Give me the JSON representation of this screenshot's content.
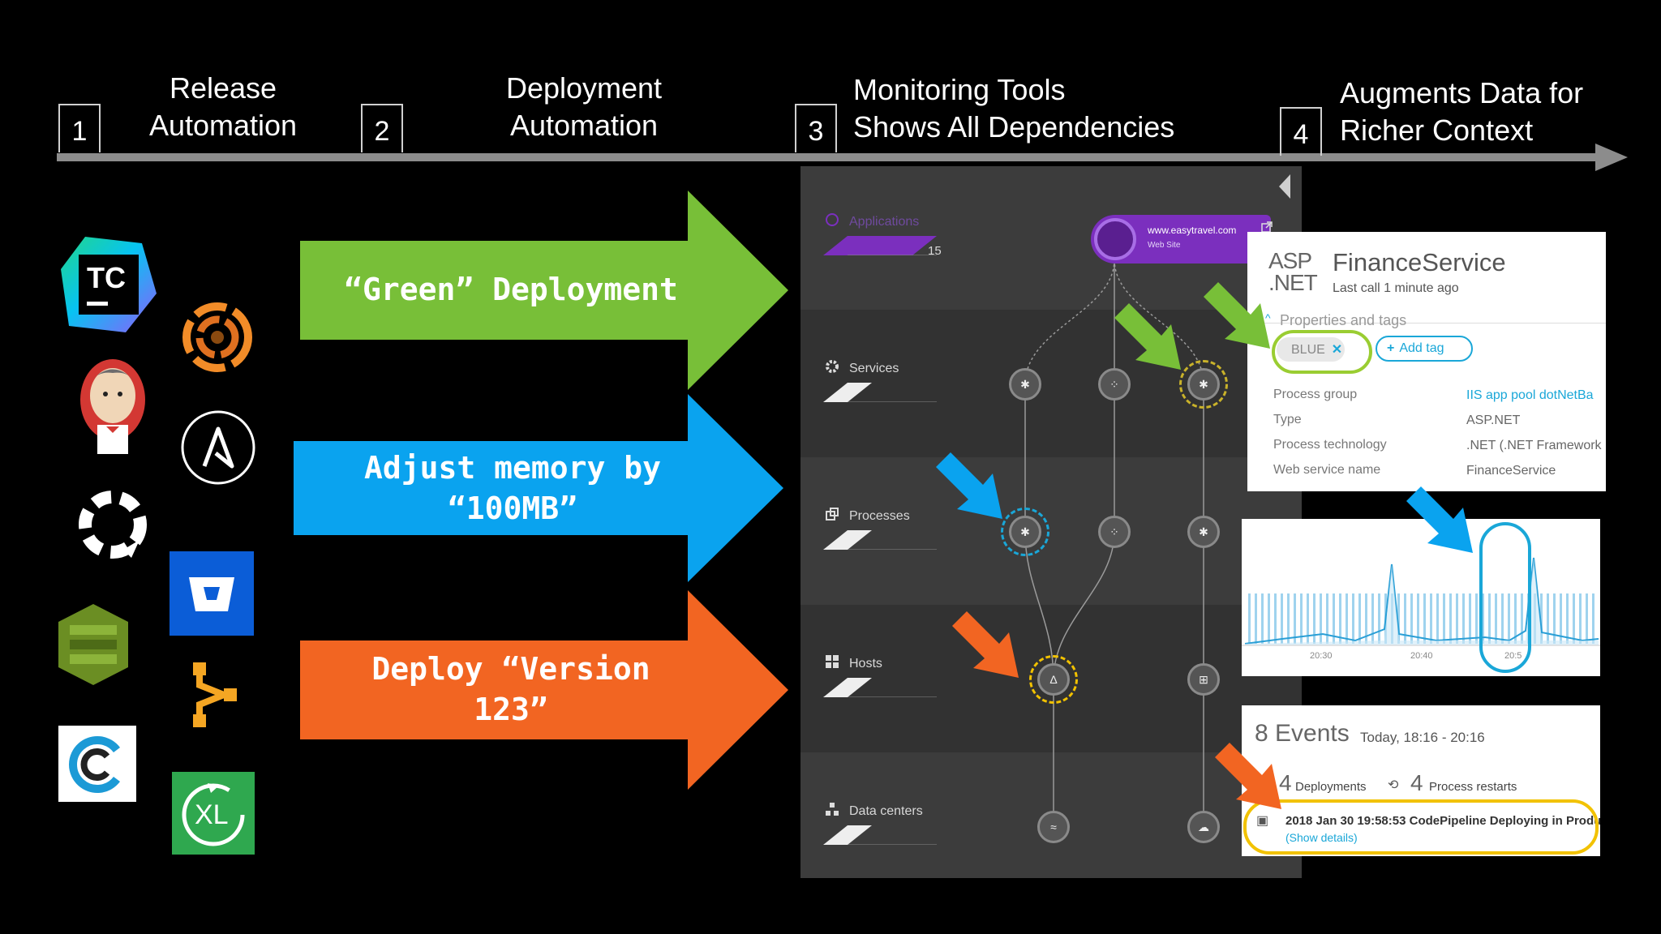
{
  "steps": [
    {
      "number": "1",
      "label_line1": "Release",
      "label_line2": "Automation"
    },
    {
      "number": "2",
      "label_line1": "Deployment",
      "label_line2": "Automation"
    },
    {
      "number": "3",
      "label_line1": "Monitoring Tools",
      "label_line2": "Shows All Dependencies"
    },
    {
      "number": "4",
      "label_line1": "Augments Data for",
      "label_line2": "Richer Context"
    }
  ],
  "tool_logos": {
    "teamcity_text": "TC",
    "ansible_text": "A",
    "xl_text": "XL"
  },
  "actions": [
    {
      "line1": "“Green” Deployment",
      "line2": "",
      "color": "#78bf38"
    },
    {
      "line1": "Adjust memory by",
      "line2": "“100MB”",
      "color": "#0aa3ef"
    },
    {
      "line1": "Deploy “Version",
      "line2": "123”",
      "color": "#f26522"
    }
  ],
  "dashboard": {
    "rows": [
      {
        "label": "Applications",
        "count": "15"
      },
      {
        "label": "Services"
      },
      {
        "label": "Processes"
      },
      {
        "label": "Hosts"
      },
      {
        "label": "Data centers"
      }
    ],
    "app_node": {
      "line1": "www.easytravel.com",
      "line2": "Web Site"
    },
    "accent_color": "#7b2fbe"
  },
  "service_card": {
    "logo_line1": "ASP",
    "logo_line2": ".NET",
    "title": "FinanceService",
    "subtitle": "Last call 1 minute ago",
    "section": "Properties and tags",
    "tag": "BLUE",
    "add_tag": "Add tag",
    "properties": [
      {
        "key": "Process group",
        "value": "IIS app pool dotNetBa"
      },
      {
        "key": "Type",
        "value": "ASP.NET"
      },
      {
        "key": "Process technology",
        "value": ".NET (.NET Framework"
      },
      {
        "key": "Web service name",
        "value": "FinanceService"
      }
    ]
  },
  "chart_card": {
    "x_ticks": [
      "20:30",
      "20:40",
      "20:5"
    ]
  },
  "events_card": {
    "title": "8 Events",
    "range": "Today, 18:16 - 20:16",
    "deployments_count": "4",
    "deployments_label": "Deployments",
    "restarts_count": "4",
    "restarts_label": "Process restarts",
    "event_row": "2018 Jan 30 19:58:53  CodePipeline Deploying in Produ",
    "event_link": "(Show details)"
  }
}
